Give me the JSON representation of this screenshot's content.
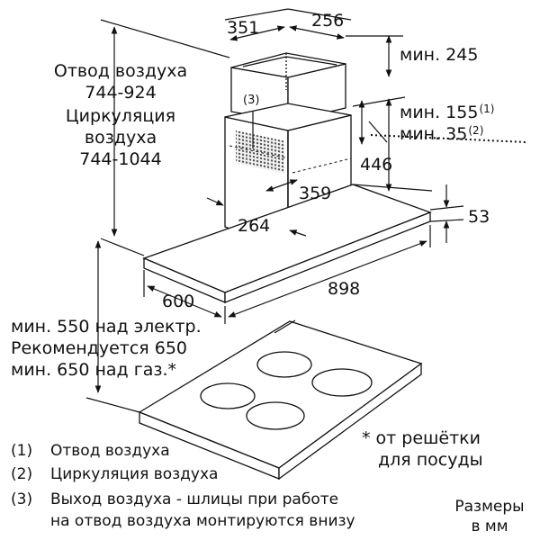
{
  "left_labels": {
    "exhaust_title": "Отвод воздуха",
    "exhaust_range": "744-924",
    "recirc_title_1": "Циркуляция",
    "recirc_title_2": "воздуха",
    "recirc_range": "744-1044"
  },
  "dims": {
    "chimney_depth": "351",
    "chimney_width": "256",
    "min_top": "мин. 245",
    "min_155": "мин. 155",
    "sup_1": "(1)",
    "min_35": "мин. 35",
    "sup_2": "(2)",
    "d446": "446",
    "d359": "359",
    "d264": "264",
    "d53": "53",
    "d600": "600",
    "d898": "898",
    "callout_3": "(3)"
  },
  "cooktop_notes": {
    "line1": "мин. 550 над электр.",
    "line2": "Рекомендуется 650",
    "line3": "мин. 650 над газ.*"
  },
  "footnotes": {
    "f1_marker": "(1)",
    "f1_text": "Отвод воздуха",
    "f2_marker": "(2)",
    "f2_text": "Циркуляция воздуха",
    "f3_marker": "(3)",
    "f3_text_1": "Выход воздуха - шлицы при работе",
    "f3_text_2": "на отвод воздуха монтируются внизу",
    "star_1": "* от решётки",
    "star_2": "для посуды",
    "units_1": "Размеры",
    "units_2": "в мм"
  }
}
